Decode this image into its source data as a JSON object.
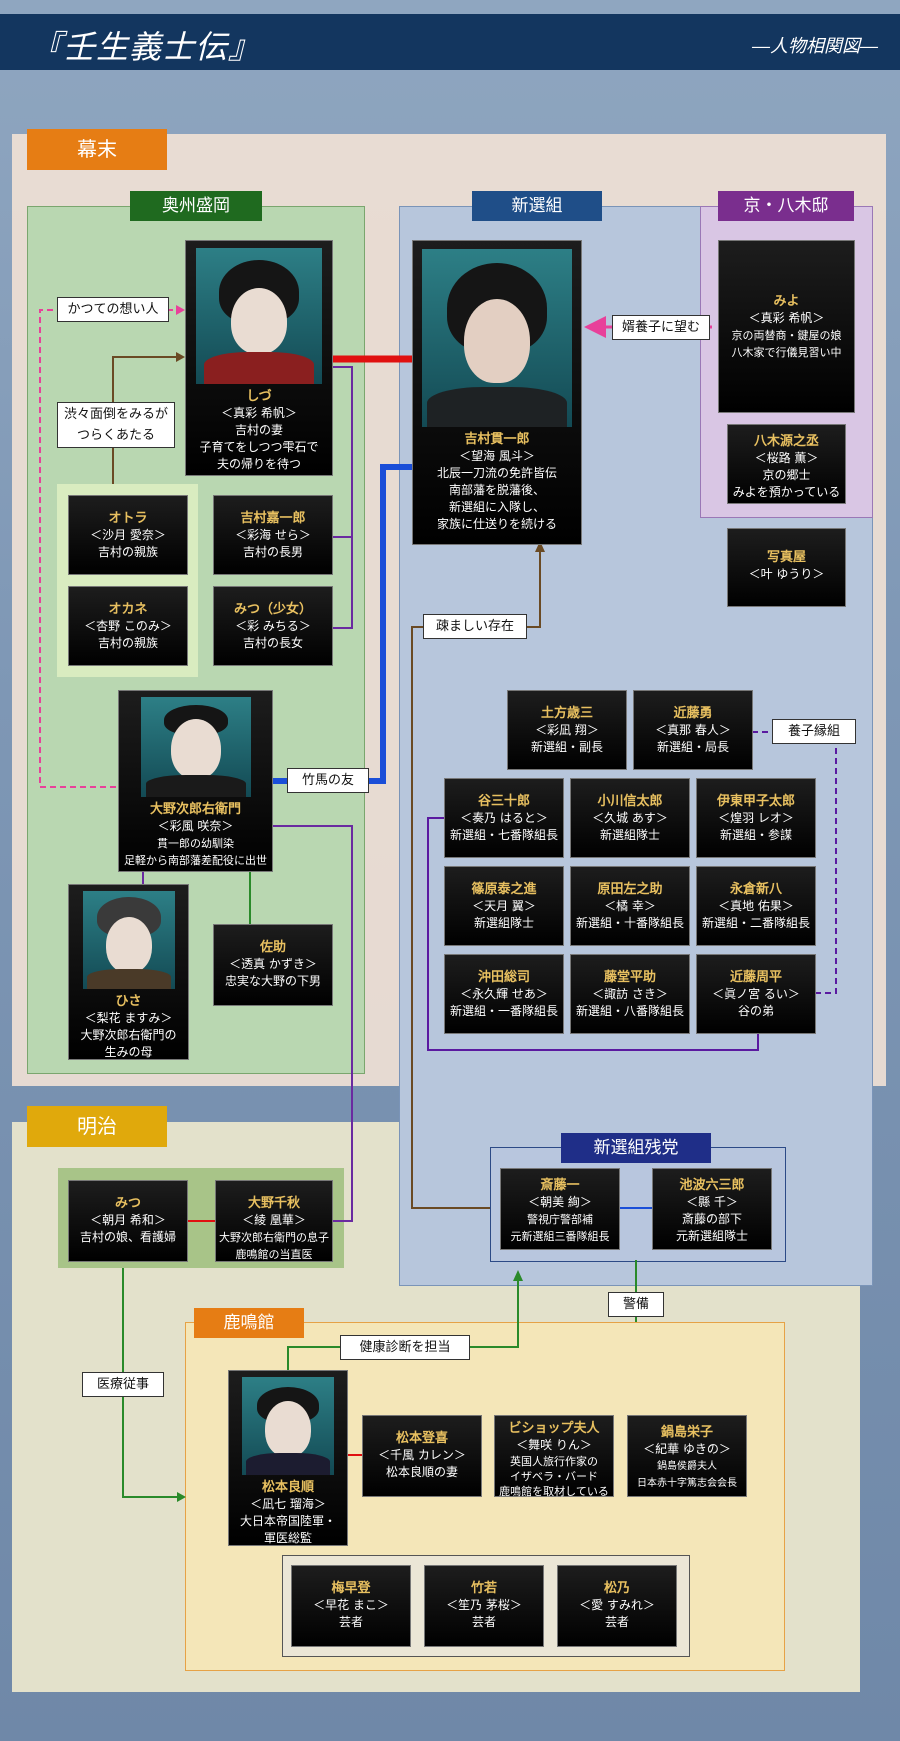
{
  "header": {
    "title": "『壬生義士伝』",
    "subtitle": "―人物相関図―"
  },
  "eras": {
    "bakumatsu": "幕末",
    "meiji": "明治"
  },
  "sections": {
    "oshu": "奥州盛岡",
    "shinsengumi": "新選組",
    "kyoto": "京・八木邸",
    "zantou": "新選組残党",
    "rokumeikan": "鹿鳴館"
  },
  "labels": {
    "katsute": "かつての想い人",
    "shibushibu": "渋々面倒をみるが\nつらくあたる",
    "yoshi_nozomu": "婿養子に望む",
    "utomashii": "疎ましい存在",
    "chikuba": "竹馬の友",
    "yoshi_engumi": "養子縁組",
    "keibi": "警備",
    "kenkou": "健康診断を担当",
    "iryou": "医療従事"
  },
  "characters": {
    "shizu": {
      "name": "しづ",
      "actor": "＜真彩 希帆＞",
      "desc": "吉村の妻\n子育てをしつつ雫石で\n夫の帰りを待つ"
    },
    "yoshimura": {
      "name": "吉村貫一郎",
      "actor": "＜望海 風斗＞",
      "desc": "北辰一刀流の免許皆伝\n南部藩を脱藩後、\n新選組に入隊し、\n家族に仕送りを続ける"
    },
    "miyo": {
      "name": "みよ",
      "actor": "＜真彩 希帆＞",
      "desc": "京の両替商・鍵屋の娘\n八木家で行儀見習い中"
    },
    "yagi": {
      "name": "八木源之丞",
      "actor": "＜桜路 薫＞",
      "desc": "京の郷士\nみよを預かっている"
    },
    "shashinya": {
      "name": "写真屋",
      "actor": "＜叶 ゆうり＞",
      "desc": ""
    },
    "otora": {
      "name": "オトラ",
      "actor": "＜沙月 愛奈＞",
      "desc": "吉村の親族"
    },
    "okane": {
      "name": "オカネ",
      "actor": "＜杏野 このみ＞",
      "desc": "吉村の親族"
    },
    "kaichiro": {
      "name": "吉村嘉一郎",
      "actor": "＜彩海 せら＞",
      "desc": "吉村の長男"
    },
    "mitsu_young": {
      "name": "みつ（少女）",
      "actor": "＜彩 みちる＞",
      "desc": "吉村の長女"
    },
    "ono": {
      "name": "大野次郎右衛門",
      "actor": "＜彩風 咲奈＞",
      "desc": "貫一郎の幼馴染\n足軽から南部藩差配役に出世"
    },
    "hisa": {
      "name": "ひさ",
      "actor": "＜梨花 ますみ＞",
      "desc": "大野次郎右衛門の\n生みの母"
    },
    "sasuke": {
      "name": "佐助",
      "actor": "＜透真 かずき＞",
      "desc": "忠実な大野の下男"
    },
    "hijikata": {
      "name": "土方歳三",
      "actor": "＜彩凪 翔＞",
      "desc": "新選組・副長"
    },
    "kondo": {
      "name": "近藤勇",
      "actor": "＜真那 春人＞",
      "desc": "新選組・局長"
    },
    "tani": {
      "name": "谷三十郎",
      "actor": "＜奏乃 はると＞",
      "desc": "新選組・七番隊組長"
    },
    "ogawa": {
      "name": "小川信太郎",
      "actor": "＜久城 あす＞",
      "desc": "新選組隊士"
    },
    "ito": {
      "name": "伊東甲子太郎",
      "actor": "＜煌羽 レオ＞",
      "desc": "新選組・参謀"
    },
    "shinohara": {
      "name": "篠原泰之進",
      "actor": "＜天月 翼＞",
      "desc": "新選組隊士"
    },
    "harada": {
      "name": "原田左之助",
      "actor": "＜橘 幸＞",
      "desc": "新選組・十番隊組長"
    },
    "nagakura": {
      "name": "永倉新八",
      "actor": "＜真地 佑果＞",
      "desc": "新選組・二番隊組長"
    },
    "okita": {
      "name": "沖田総司",
      "actor": "＜永久輝 せあ＞",
      "desc": "新選組・一番隊組長"
    },
    "todo": {
      "name": "藤堂平助",
      "actor": "＜諏訪 さき＞",
      "desc": "新選組・八番隊組長"
    },
    "shuhei": {
      "name": "近藤周平",
      "actor": "＜眞ノ宮 るい＞",
      "desc": "谷の弟"
    },
    "mitsu": {
      "name": "みつ",
      "actor": "＜朝月 希和＞",
      "desc": "吉村の娘、看護婦"
    },
    "chiaki": {
      "name": "大野千秋",
      "actor": "＜綾 凰華＞",
      "desc": "大野次郎右衛門の息子\n鹿鳴館の当直医"
    },
    "saito": {
      "name": "斎藤一",
      "actor": "＜朝美 絢＞",
      "desc": "警視庁警部補\n元新選組三番隊組長"
    },
    "ikenami": {
      "name": "池波六三郎",
      "actor": "＜縣 千＞",
      "desc": "斎藤の部下\n元新選組隊士"
    },
    "matsumoto": {
      "name": "松本良順",
      "actor": "＜凪七 瑠海＞",
      "desc": "大日本帝国陸軍・\n軍医総監"
    },
    "toki": {
      "name": "松本登喜",
      "actor": "＜千風 カレン＞",
      "desc": "松本良順の妻"
    },
    "bishop": {
      "name": "ビショップ夫人",
      "actor": "＜舞咲 りん＞",
      "desc": "英国人旅行作家の\nイザベラ・バード\n鹿鳴館を取材している"
    },
    "nabeshima": {
      "name": "鍋島栄子",
      "actor": "＜紀華 ゆきの＞",
      "desc": "鍋島侯爵夫人\n日本赤十字篤志会会長"
    },
    "umehato": {
      "name": "梅早登",
      "actor": "＜早花 まこ＞",
      "desc": "芸者"
    },
    "takewaka": {
      "name": "竹若",
      "actor": "＜笙乃 茅桜＞",
      "desc": "芸者"
    },
    "matsuno": {
      "name": "松乃",
      "actor": "＜愛 すみれ＞",
      "desc": "芸者"
    }
  },
  "colors": {
    "bakumatsu_bg": "#efe0d4",
    "oshu_bg": "#bcd9b4",
    "shinsen_bg": "#b8c6dc",
    "kyoto_bg": "#dccbe6",
    "meiji_bg": "#e9e6cc",
    "rokumeikan_bg": "#f4e6b8"
  }
}
